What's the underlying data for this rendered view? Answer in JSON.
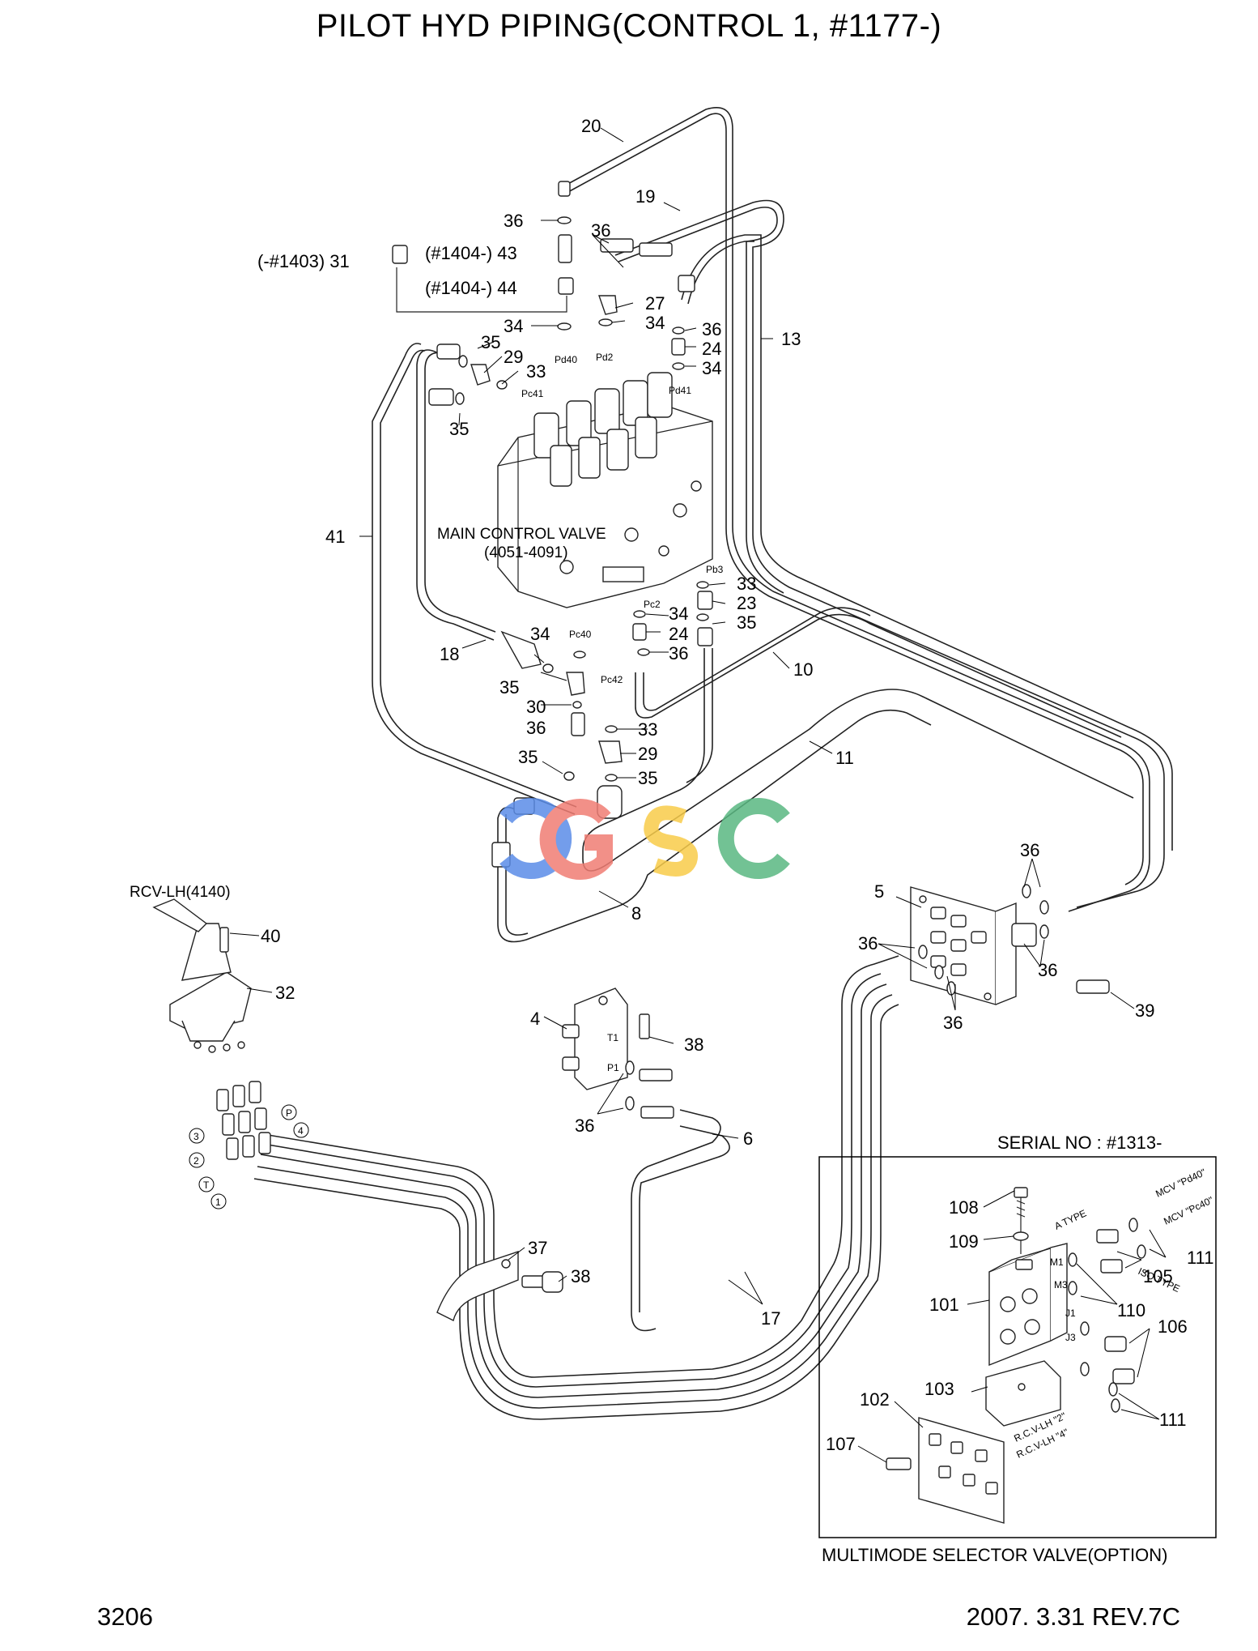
{
  "title": "PILOT HYD PIPING(CONTROL 1, #1177-)",
  "footer": {
    "page": "3206",
    "revision": "2007. 3.31  REV.7C"
  },
  "labels": {
    "main_valve": "MAIN CONTROL VALVE",
    "main_valve_part": "(4051-4091)",
    "rcv": "RCV-LH(4140)",
    "serial": "SERIAL NO : #1313-",
    "multimode": "MULTIMODE SELECTOR VALVE(OPTION)",
    "a_type": "A TYPE",
    "iso_type": "ISO TYPE",
    "mcv_pd40": "MCV \"Pd40\"",
    "mcv_pc40": "MCV \"Pc40\"",
    "rcv_2": "R.C.V-LH \"2\"",
    "rcv_4": "R.C.V-LH \"4\"",
    "serial_31": "(-#1403) 31",
    "serial_43": "(#1404-) 43",
    "serial_44": "(#1404-) 44"
  },
  "port_labels": {
    "pd40": "Pd40",
    "pd2": "Pd2",
    "pd41": "Pd41",
    "pc41": "Pc41",
    "pb3": "Pb3",
    "pc2": "Pc2",
    "pc40": "Pc40",
    "pc42": "Pc42",
    "t1": "T1",
    "p1": "P1",
    "m1": "M1",
    "m3": "M3",
    "j1": "J1",
    "j3": "J3"
  },
  "circle_labels": [
    "3",
    "2",
    "T",
    "1",
    "P",
    "4"
  ],
  "part_numbers": {
    "p20": "20",
    "p19": "19",
    "p36a": "36",
    "p36b": "36",
    "p27": "27",
    "p34a": "34",
    "p34b": "34",
    "p36c": "36",
    "p24a": "24",
    "p34c": "34",
    "p13": "13",
    "p35a": "35",
    "p29a": "29",
    "p33a": "33",
    "p35b": "35",
    "p41": "41",
    "p33b": "33",
    "p23": "23",
    "p34d": "34",
    "p35c": "35",
    "p24b": "24",
    "p34e": "34",
    "p36d": "36",
    "p10": "10",
    "p18": "18",
    "p35d": "35",
    "p30": "30",
    "p36e": "36",
    "p33c": "33",
    "p29b": "29",
    "p35e": "35",
    "p35f": "35",
    "p11": "11",
    "p8": "8",
    "p36f": "36",
    "p5": "5",
    "p36g": "36",
    "p36h": "36",
    "p36i": "36",
    "p39": "39",
    "p40": "40",
    "p32": "32",
    "p4": "4",
    "p38a": "38",
    "p36j": "36",
    "p6": "6",
    "p37": "37",
    "p38b": "38",
    "p17": "17",
    "p108": "108",
    "p109": "109",
    "p105": "105",
    "p111a": "111",
    "p101": "101",
    "p110": "110",
    "p106": "106",
    "p103": "103",
    "p102": "102",
    "p107": "107",
    "p111b": "111"
  },
  "watermark": "CGSC"
}
